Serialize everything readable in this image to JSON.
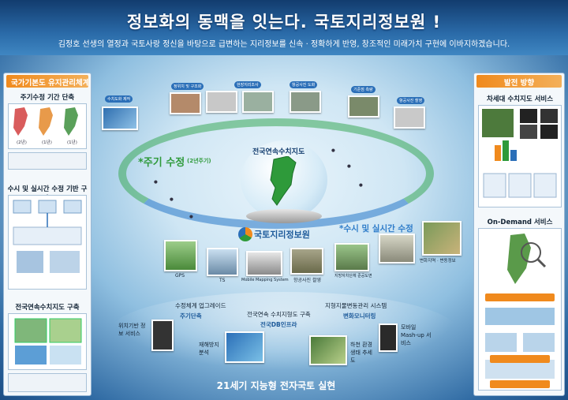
{
  "header": {
    "title": "정보화의 동맥을 잇는다. 국토지리정보원 !",
    "subtitle": "김정호 선생의 열정과 국토사랑 정신을 바탕으로 급변하는 지리정보를 신속 · 정확하게 반영, 창조적인 미래가치 구현에 이바지하겠습니다."
  },
  "left_panel": {
    "heading": "국가기본도 유지관리체계",
    "sections": [
      {
        "title": "주기수정 기간 단축",
        "map_labels": [
          "(2년)",
          "(1년)",
          "(1년)"
        ]
      },
      {
        "title": "수시 및 실시간 수정 기반 구축"
      },
      {
        "title": "전국연속수치지도 구축"
      }
    ]
  },
  "right_panel": {
    "heading": "발전 방향",
    "sections": [
      {
        "title": "차세대 수치지도 서비스"
      },
      {
        "title": "On-Demand 서비스"
      }
    ]
  },
  "center": {
    "globe_title": "전국연속수치지도",
    "cycle_update": "*주기 수정",
    "cycle_note": "(2년주기)",
    "realtime_update": "*수시 및 실시간 수정",
    "org_name": "국토지리정보원",
    "process_steps": [
      "수치도화 제작",
      "정위치 및 구조화",
      "현장지리조사",
      "항공사진 도화",
      "기준점 측량",
      "항공사진 촬영"
    ],
    "photo_labels": [
      "GPS",
      "TS",
      "Mobile Mapping System",
      "항공사진 촬영",
      "지방자치단체 준공도면",
      "변화지역 · 변동정보"
    ],
    "bottom_labels": {
      "left_top": "수정체계 업그레이드",
      "left_bottom": "주기단축",
      "mid_top": "전국연속 수치지형도 구축",
      "mid_bottom": "전국DB인프라",
      "right_top": "지형지물변동관리 시스템",
      "right_bottom": "변화모니터링"
    },
    "services": [
      "위치기반 정보 서비스",
      "재해방지 분석",
      "하천 환경 생태 추세도",
      "모바일 Mash-up 서비스"
    ]
  },
  "footer": {
    "slogan": "21세기 지능형 전자국토 실현"
  },
  "colors": {
    "header_dark": "#123c6e",
    "accent_orange": "#f08a1d",
    "accent_green": "#2e9a3a",
    "accent_blue": "#2b6fb8",
    "cycle_color": "#2e9a3a",
    "realtime_color": "#2e7cc9"
  }
}
